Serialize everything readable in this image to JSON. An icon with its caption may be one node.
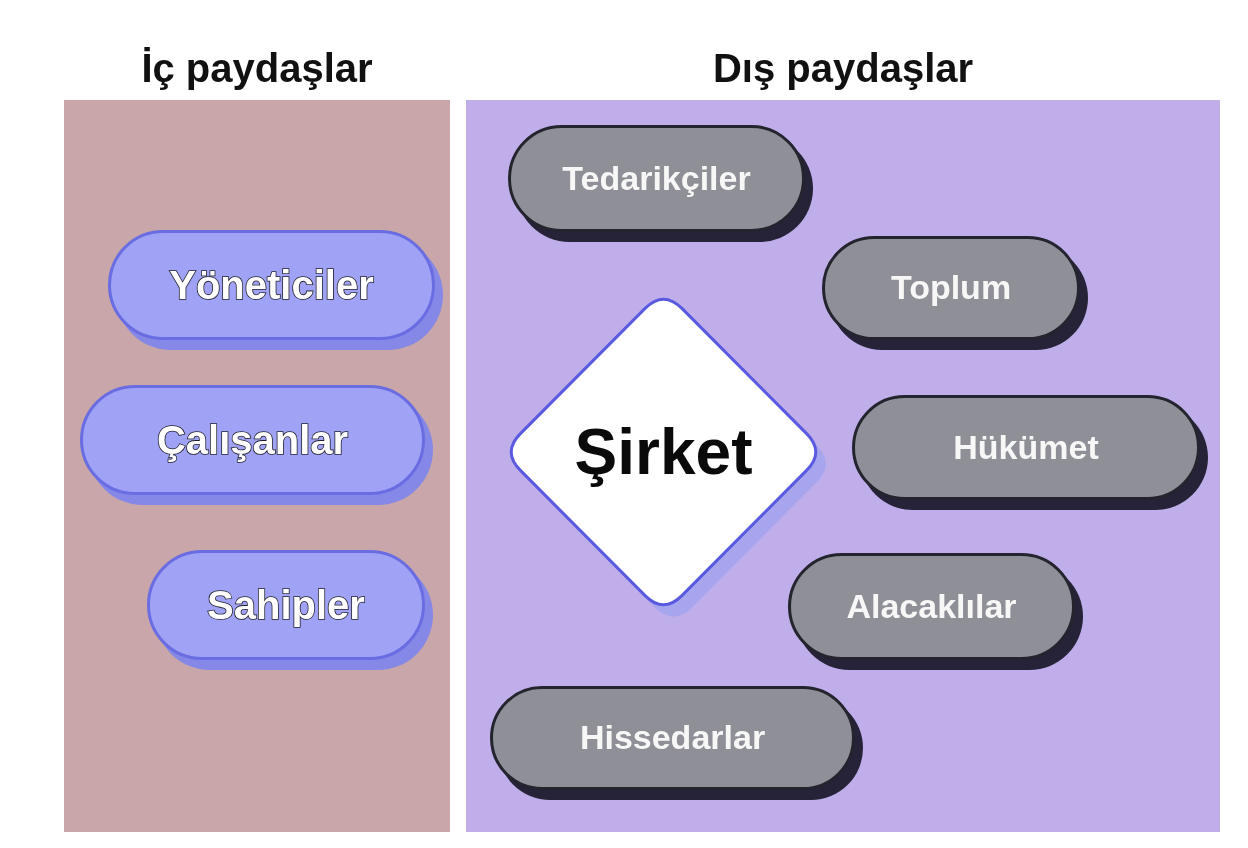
{
  "diagram": {
    "nodes": [
      {
        "text": [
          "İç paydaşlar"
        ]
      },
      {
        "text": [
          "Yöneticiler"
        ],
        "in": 0
      },
      {
        "text": [
          "Çalışanlar"
        ],
        "in": 0
      },
      {
        "text": [
          "Sahipler"
        ],
        "in": 0
      },
      {
        "text": [
          "Dış paydaşlar"
        ]
      },
      {
        "text": [
          "Tedarikçiler"
        ],
        "in": 4
      },
      {
        "text": [
          "Toplum"
        ],
        "in": 4
      },
      {
        "text": [
          "Şirket"
        ],
        "in": 4
      },
      {
        "text": [
          "Hükümet"
        ],
        "in": 4
      },
      {
        "text": [
          "Alacaklılar"
        ],
        "in": 4
      },
      {
        "text": [
          "Hissedarlar"
        ],
        "in": 4
      }
    ]
  }
}
